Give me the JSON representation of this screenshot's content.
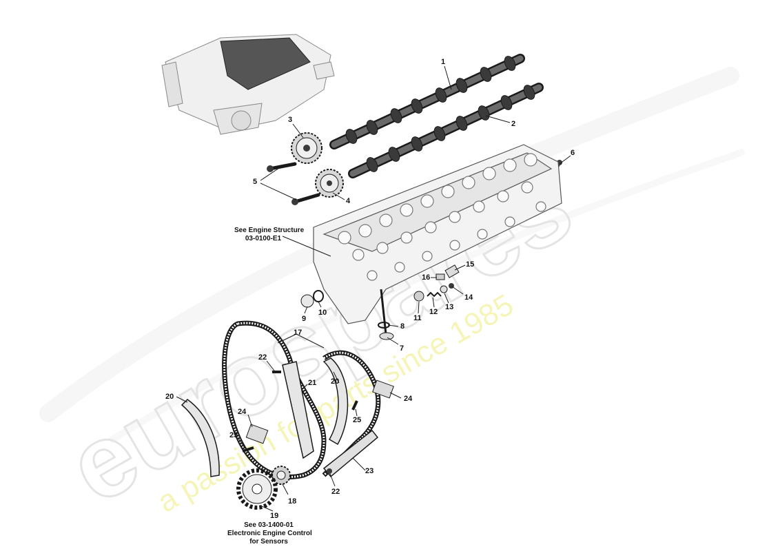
{
  "watermark": {
    "brand": "eurospares",
    "tagline": "a passion for parts since 1985"
  },
  "callouts": [
    {
      "id": "1",
      "label": "1"
    },
    {
      "id": "2",
      "label": "2"
    },
    {
      "id": "3",
      "label": "3"
    },
    {
      "id": "4",
      "label": "4"
    },
    {
      "id": "5",
      "label": "5"
    },
    {
      "id": "6",
      "label": "6"
    },
    {
      "id": "7",
      "label": "7"
    },
    {
      "id": "8",
      "label": "8"
    },
    {
      "id": "9",
      "label": "9"
    },
    {
      "id": "10",
      "label": "10"
    },
    {
      "id": "11",
      "label": "11"
    },
    {
      "id": "12",
      "label": "12"
    },
    {
      "id": "13",
      "label": "13"
    },
    {
      "id": "14",
      "label": "14"
    },
    {
      "id": "15",
      "label": "15"
    },
    {
      "id": "16",
      "label": "16"
    },
    {
      "id": "17",
      "label": "17"
    },
    {
      "id": "18",
      "label": "18"
    },
    {
      "id": "19",
      "label": "19"
    },
    {
      "id": "20a",
      "label": "20"
    },
    {
      "id": "20b",
      "label": "20"
    },
    {
      "id": "21",
      "label": "21"
    },
    {
      "id": "22a",
      "label": "22"
    },
    {
      "id": "22b",
      "label": "22"
    },
    {
      "id": "23",
      "label": "23"
    },
    {
      "id": "24a",
      "label": "24"
    },
    {
      "id": "24b",
      "label": "24"
    },
    {
      "id": "25a",
      "label": "25"
    },
    {
      "id": "25b",
      "label": "25"
    }
  ],
  "notes": {
    "engine_structure": {
      "line1": "See Engine Structure",
      "line2": "03-0100-E1"
    },
    "engine_control": {
      "line1": "See 03-1400-01",
      "line2": "Electronic Engine Control",
      "line3": "for Sensors"
    }
  },
  "colors": {
    "line": "#1a1a1a",
    "part_fill": "#f4f4f4",
    "part_dark": "#3a3a3a",
    "watermark_text": "#e6e6e6",
    "watermark_tagline": "#f1f19a"
  }
}
